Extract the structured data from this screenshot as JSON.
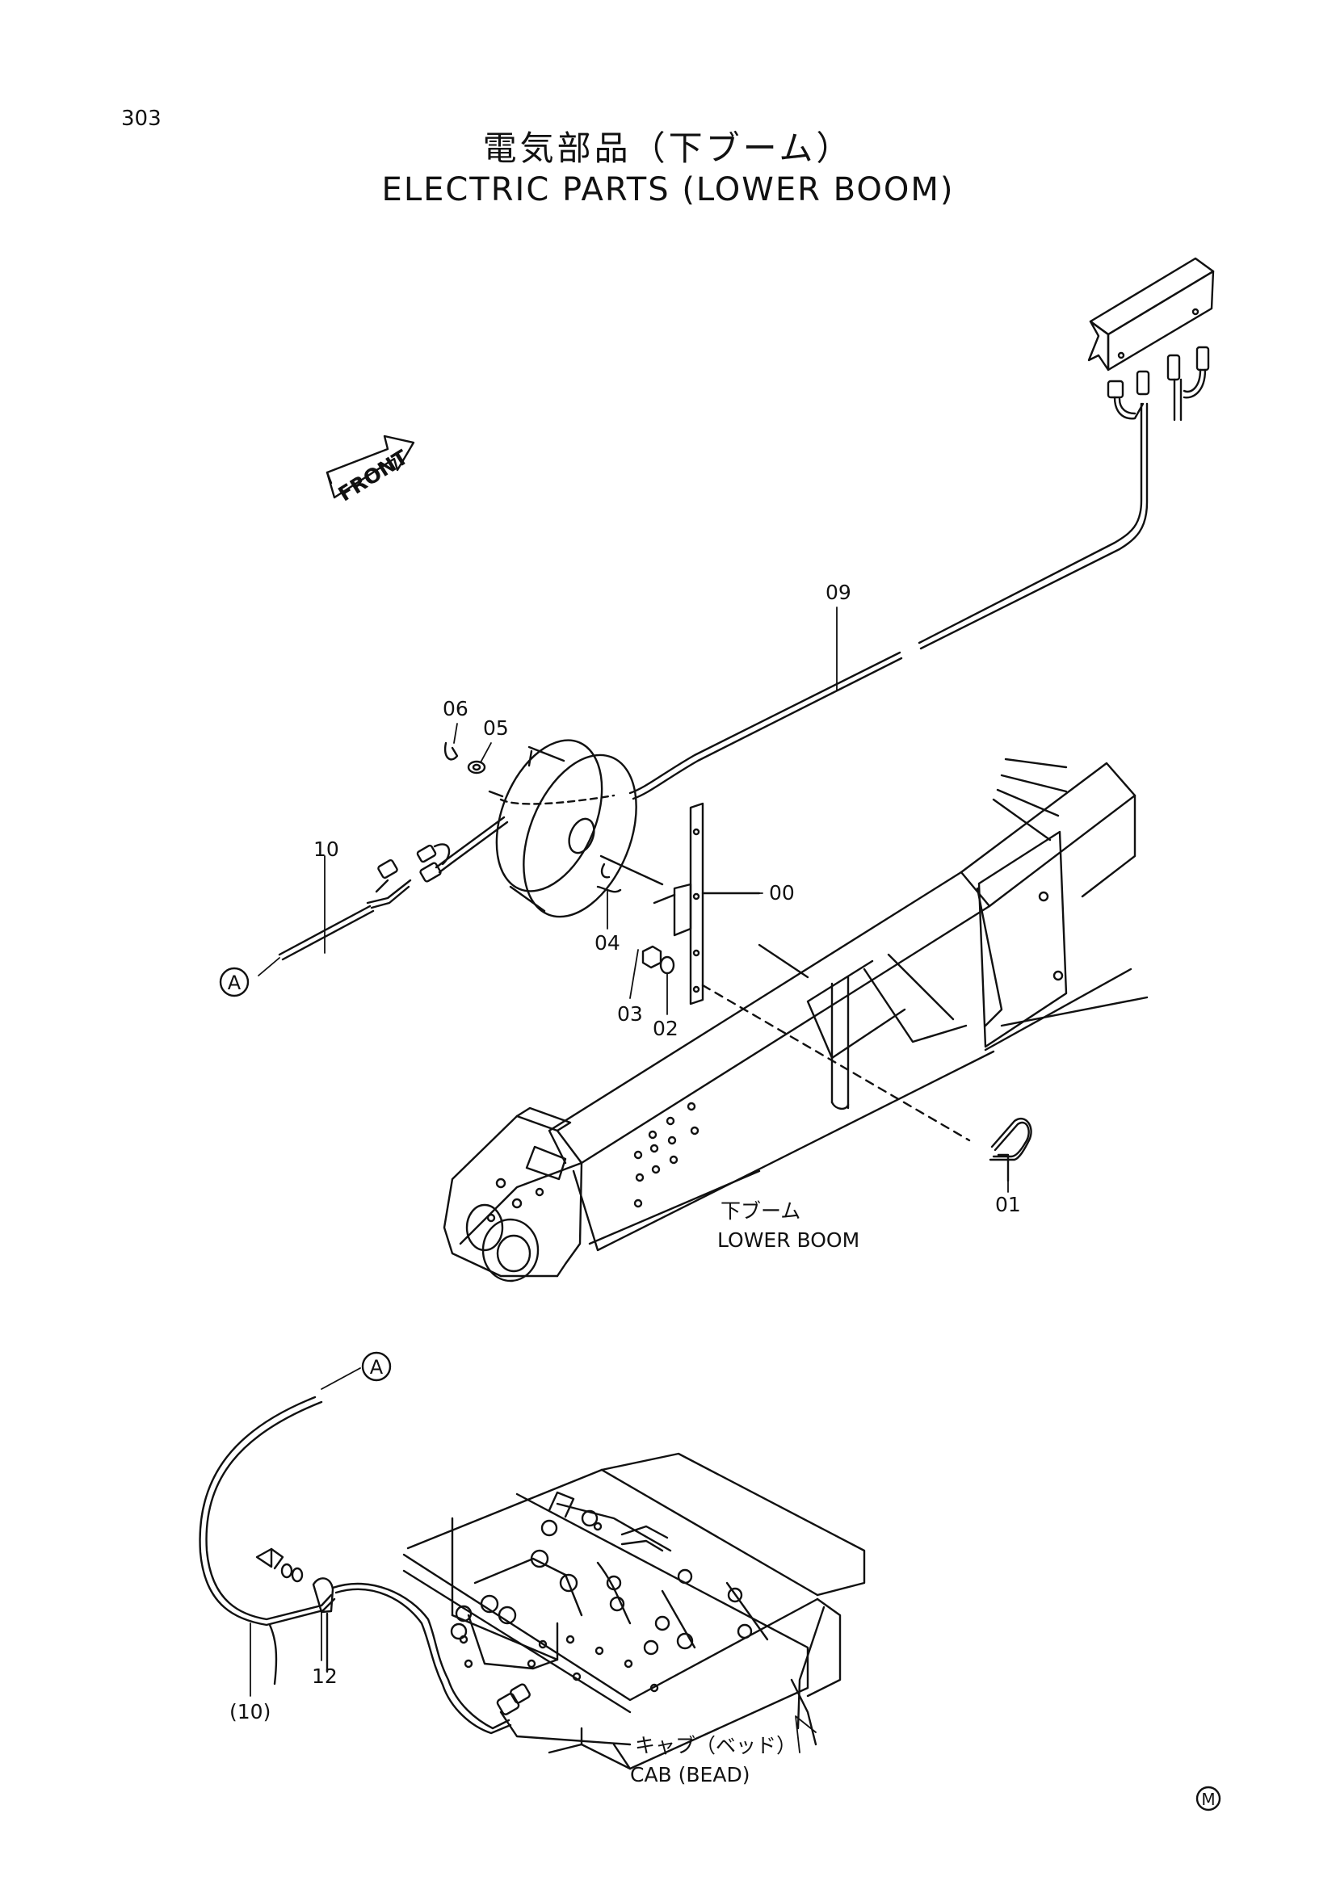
{
  "page_number": "303",
  "title_jp": "電気部品（下ブーム）",
  "title_en": "ELECTRIC PARTS (LOWER BOOM)",
  "front_label": "FRONT",
  "callouts": {
    "p00": "00",
    "p01": "01",
    "p02": "02",
    "p03": "03",
    "p04": "04",
    "p05": "05",
    "p06": "06",
    "p09": "09",
    "p10": "10",
    "p10_ref": "(10)",
    "p12": "12"
  },
  "connector_ref": "A",
  "lower_boom": {
    "jp": "下ブーム",
    "en": "LOWER BOOM"
  },
  "cab": {
    "jp": "キャブ（ベッド）",
    "en": "CAB (BEAD)"
  },
  "mark": "M"
}
